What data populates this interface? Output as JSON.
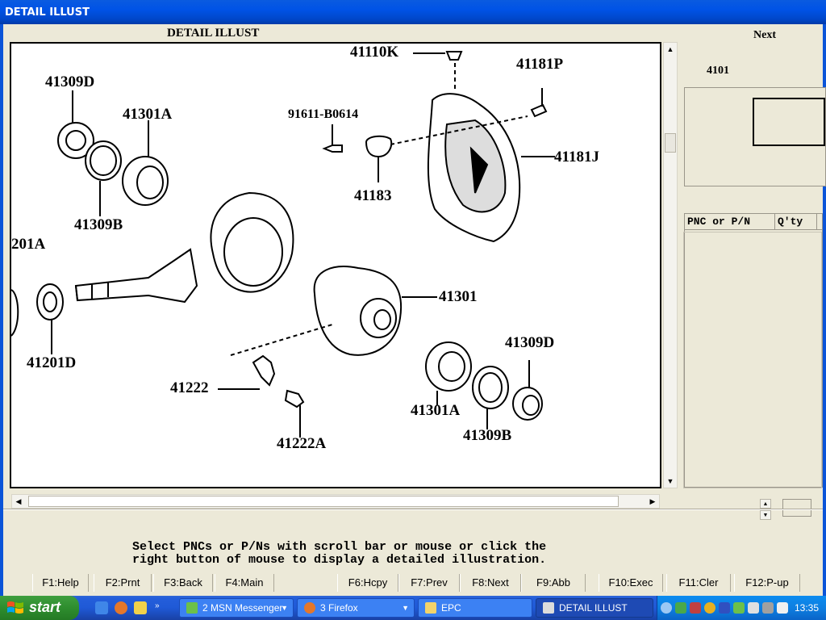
{
  "window": {
    "title": "DETAIL ILLUST"
  },
  "header": {
    "illust_title": "DETAIL ILLUST",
    "next_label": "Next",
    "figure_number": "4101"
  },
  "illustration": {
    "callouts": [
      "41110K",
      "41181P",
      "41309D",
      "41301A",
      "91611-B0614",
      "41181J",
      "41183",
      "41309B",
      "201A",
      "41301",
      "41201D",
      "41222",
      "41309D",
      "41301A",
      "41222A",
      "41309B"
    ]
  },
  "pnc_table": {
    "headers": [
      "PNC or P/N",
      "Q'ty"
    ]
  },
  "message": {
    "line1": "Select PNCs or P/Ns with scroll bar or mouse or click the",
    "line2": "right button of mouse to display a detailed illustration."
  },
  "function_keys": [
    "F1:Help",
    "F2:Prnt",
    "F3:Back",
    "F4:Main",
    "F6:Hcpy",
    "F7:Prev",
    "F8:Next",
    "F9:Abb",
    "F10:Exec",
    "F11:Cler",
    "F12:P-up"
  ],
  "taskbar": {
    "start_label": "start",
    "tasks": [
      "2 MSN Messenger",
      "3 Firefox",
      "EPC",
      "DETAIL ILLUST"
    ],
    "clock": "13:35"
  },
  "icons": {
    "start": "windows-flag-icon",
    "quick_launch": [
      "ie-icon",
      "firefox-icon",
      "media-icon"
    ],
    "tray": [
      "network-icon",
      "volume-icon",
      "security-icon",
      "msn-icon"
    ]
  }
}
